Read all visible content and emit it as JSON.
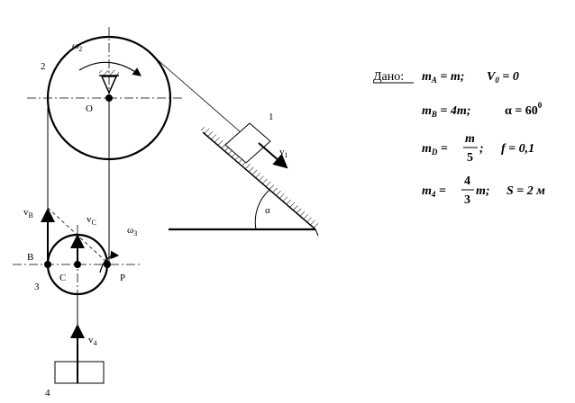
{
  "labels": {
    "omega2": "ω",
    "omega2_sub": "2",
    "omega3": "ω",
    "omega3_sub": "3",
    "body2": "2",
    "body1": "1",
    "body3": "3",
    "body4": "4",
    "point_O": "O",
    "point_B": "B",
    "point_C": "C",
    "point_P": "P",
    "v1": "v",
    "v1_sub": "1",
    "vB": "v",
    "vB_sub": "B",
    "vC": "v",
    "vC_sub": "C",
    "v4": "v",
    "v4_sub": "4",
    "alpha": "α"
  },
  "given": {
    "heading": "Дано:",
    "line1_a": "m",
    "line1_a_sub": "A",
    "line1_a_rest": " = m;",
    "line1_b": "V",
    "line1_b_sub": "0",
    "line1_b_rest": " = 0",
    "line2_a": "m",
    "line2_a_sub": "B",
    "line2_a_rest": " = 4m;",
    "line2_b": "α = 60",
    "line2_b_sup": "0",
    "line3_a": "m",
    "line3_a_sub": "D",
    "line3_a_eq": " = ",
    "line3_frac_num": "m",
    "line3_frac_den": "5",
    "line3_a_end": ";",
    "line3_b": "f = 0,1",
    "line4_a": "m",
    "line4_a_sub": "4",
    "line4_a_eq": " = ",
    "line4_frac_num": "4",
    "line4_frac_den": "3",
    "line4_a_end": "m;",
    "line4_b": "S = 2 м"
  },
  "colors": {
    "ink": "#000000",
    "background": "#ffffff"
  }
}
